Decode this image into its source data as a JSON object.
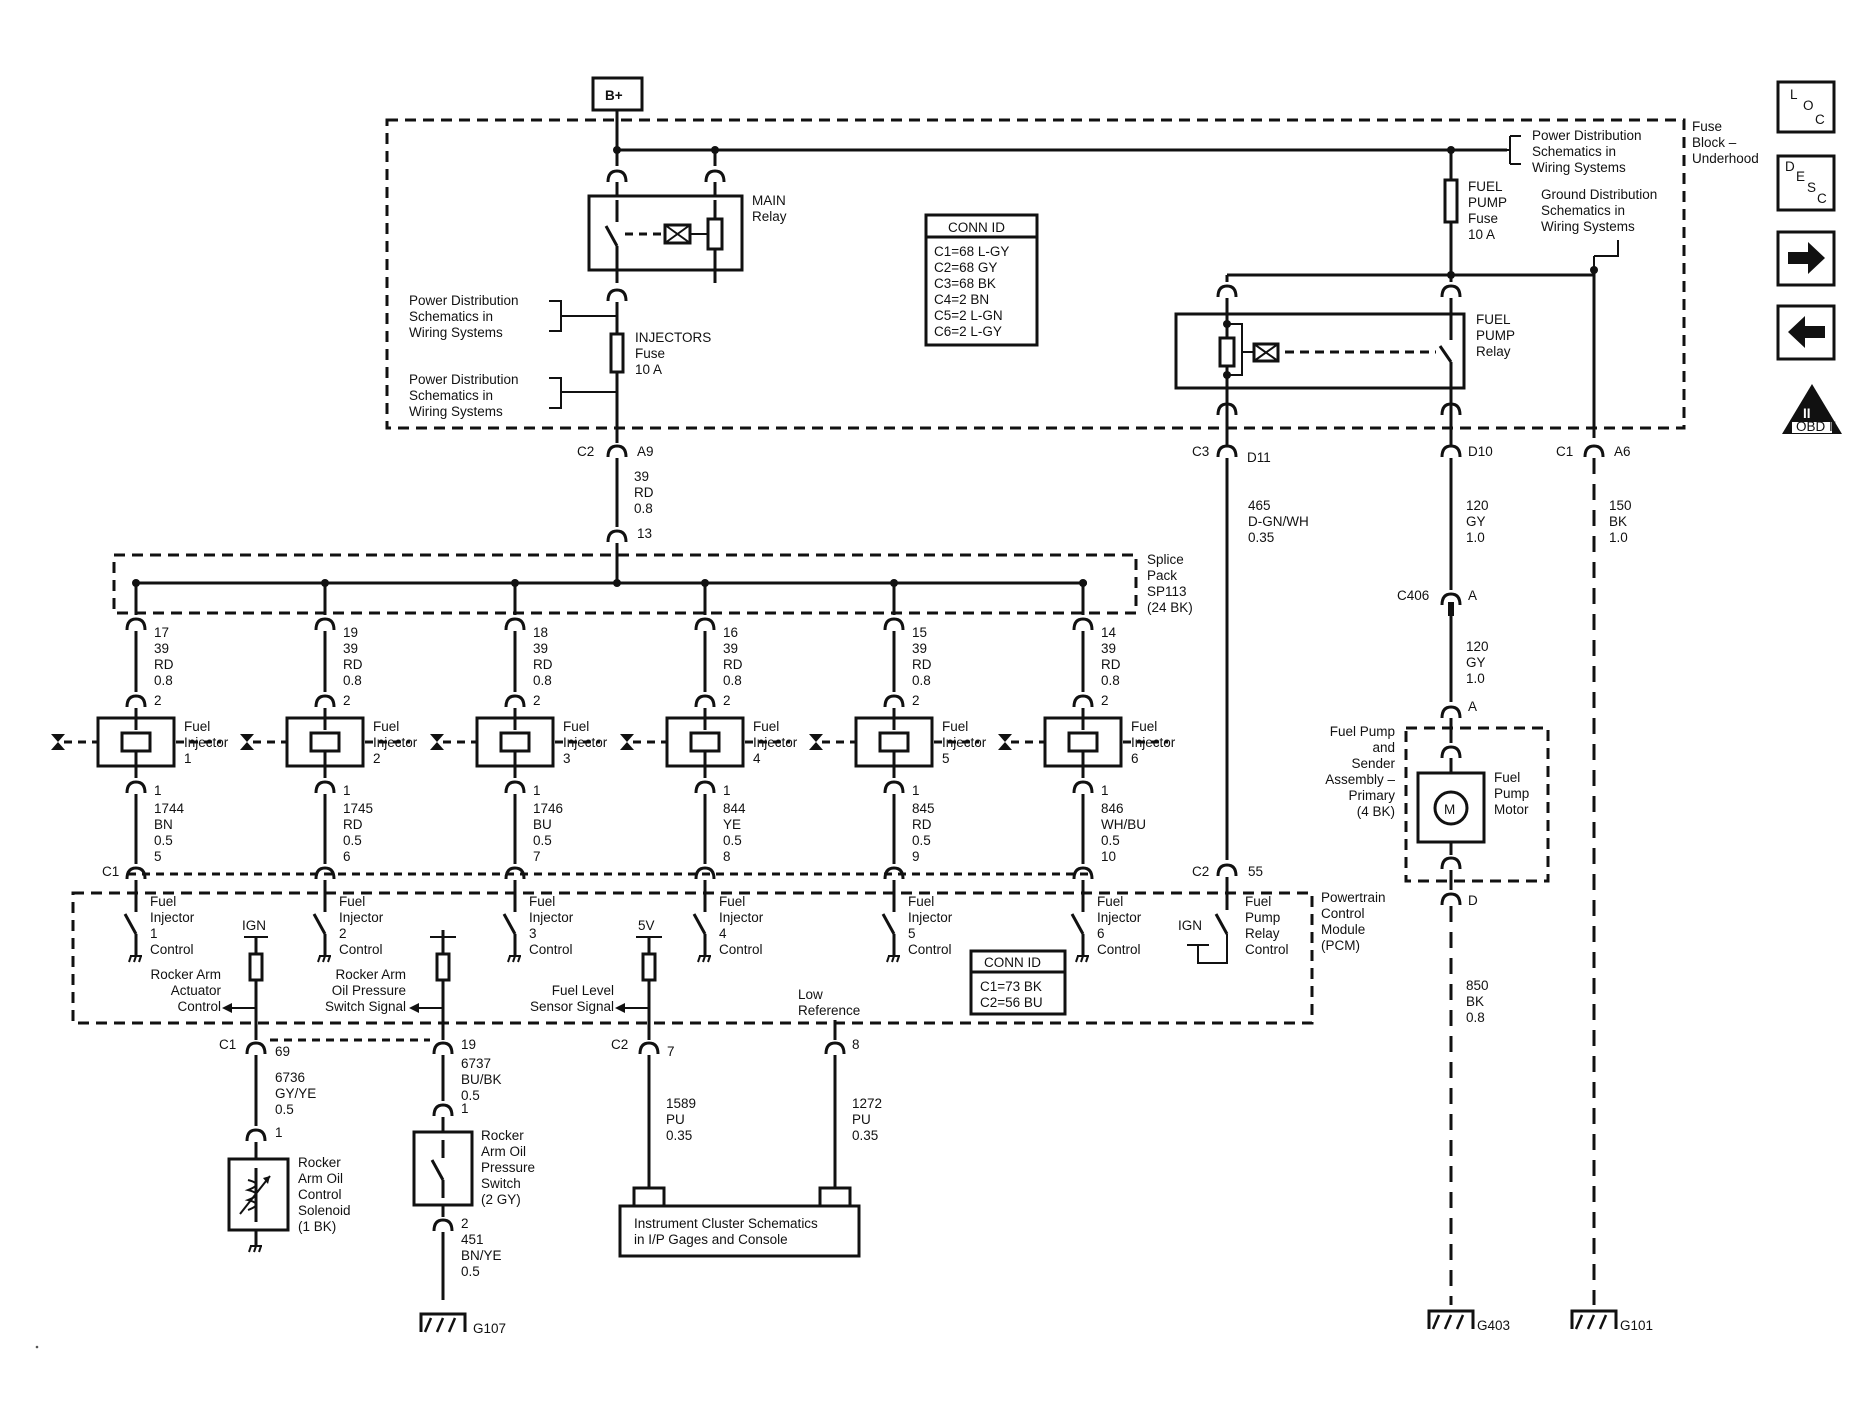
{
  "battery": "B+",
  "fuse_block": [
    "Fuse",
    "Block –",
    "Underhood"
  ],
  "power_dist_top": [
    "Power Distribution",
    "Schematics in",
    "Wiring Systems"
  ],
  "power_dist_left1": [
    "Power Distribution",
    "Schematics in",
    "Wiring Systems"
  ],
  "power_dist_left2": [
    "Power Distribution",
    "Schematics in",
    "Wiring Systems"
  ],
  "ground_dist": [
    "Ground Distribution",
    "Schematics in",
    "Wiring Systems"
  ],
  "main_relay": [
    "MAIN",
    "Relay"
  ],
  "injectors_fuse": [
    "INJECTORS",
    "Fuse",
    "10 A"
  ],
  "fuel_pump_fuse": [
    "FUEL",
    "PUMP",
    "Fuse",
    "10 A"
  ],
  "fuel_pump_relay": [
    "FUEL",
    "PUMP",
    "Relay"
  ],
  "conn_id_top": {
    "title": "CONN ID",
    "rows": [
      "C1=68 L-GY",
      "C2=68 GY",
      "C3=68 BK",
      "C4=2 BN",
      "C5=2 L-GN",
      "C6=2 L-GY"
    ]
  },
  "conn_id_pcm": {
    "title": "CONN ID",
    "rows": [
      "C1=73 BK",
      "C2=56 BU"
    ]
  },
  "injector_feed": {
    "conn": "C2",
    "pin": "A9",
    "wire": [
      "39",
      "RD",
      "0.8"
    ],
    "splice_pin": "13"
  },
  "splice_pack": [
    "Splice",
    "Pack",
    "SP113",
    "(24 BK)"
  ],
  "injectors": [
    {
      "splice_pin": "17",
      "feed": [
        "39",
        "RD",
        "0.8"
      ],
      "pin_top": "2",
      "label": [
        "Fuel",
        "Injector",
        "1"
      ],
      "pin_bot": "1",
      "ctrl": [
        "1744",
        "BN",
        "0.5"
      ],
      "pcm_pin": "5",
      "pcm": [
        "Fuel",
        "Injector",
        "1",
        "Control"
      ]
    },
    {
      "splice_pin": "19",
      "feed": [
        "39",
        "RD",
        "0.8"
      ],
      "pin_top": "2",
      "label": [
        "Fuel",
        "Injector",
        "2"
      ],
      "pin_bot": "1",
      "ctrl": [
        "1745",
        "RD",
        "0.5"
      ],
      "pcm_pin": "6",
      "pcm": [
        "Fuel",
        "Injector",
        "2",
        "Control"
      ]
    },
    {
      "splice_pin": "18",
      "feed": [
        "39",
        "RD",
        "0.8"
      ],
      "pin_top": "2",
      "label": [
        "Fuel",
        "Injector",
        "3"
      ],
      "pin_bot": "1",
      "ctrl": [
        "1746",
        "BU",
        "0.5"
      ],
      "pcm_pin": "7",
      "pcm": [
        "Fuel",
        "Injector",
        "3",
        "Control"
      ]
    },
    {
      "splice_pin": "16",
      "feed": [
        "39",
        "RD",
        "0.8"
      ],
      "pin_top": "2",
      "label": [
        "Fuel",
        "Injector",
        "4"
      ],
      "pin_bot": "1",
      "ctrl": [
        "844",
        "YE",
        "0.5"
      ],
      "pcm_pin": "8",
      "pcm": [
        "Fuel",
        "Injector",
        "4",
        "Control"
      ]
    },
    {
      "splice_pin": "15",
      "feed": [
        "39",
        "RD",
        "0.8"
      ],
      "pin_top": "2",
      "label": [
        "Fuel",
        "Injector",
        "5"
      ],
      "pin_bot": "1",
      "ctrl": [
        "845",
        "RD",
        "0.5"
      ],
      "pcm_pin": "9",
      "pcm": [
        "Fuel",
        "Injector",
        "5",
        "Control"
      ]
    },
    {
      "splice_pin": "14",
      "feed": [
        "39",
        "RD",
        "0.8"
      ],
      "pin_top": "2",
      "label": [
        "Fuel",
        "Injector",
        "6"
      ],
      "pin_bot": "1",
      "ctrl": [
        "846",
        "WH/BU",
        "0.5"
      ],
      "pcm_pin": "10",
      "pcm": [
        "Fuel",
        "Injector",
        "6",
        "Control"
      ]
    }
  ],
  "pcm_conn_c1": "C1",
  "pcm_title": [
    "Powertrain",
    "Control",
    "Module",
    "(PCM)"
  ],
  "ign": "IGN",
  "five_v": "5V",
  "rocker_actuator": [
    "Rocker Arm",
    "Actuator",
    "Control"
  ],
  "rocker_pressure_signal": [
    "Rocker Arm",
    "Oil Pressure",
    "Switch Signal"
  ],
  "fuel_level_signal": [
    "Fuel Level",
    "Sensor Signal"
  ],
  "low_reference": [
    "Low",
    "Reference"
  ],
  "pump_relay_control": [
    "Fuel",
    "Pump",
    "Relay",
    "Control"
  ],
  "relay_ctrl_wire": {
    "conn": "C3",
    "pin": "D11",
    "wire": [
      "465",
      "D-GN/WH",
      "0.35"
    ],
    "pcm_conn": "C2",
    "pcm_pin": "55"
  },
  "pump_feed_wire": {
    "pin": "D10",
    "wire": [
      "120",
      "GY",
      "1.0"
    ],
    "inline_conn": "C406",
    "inline_pin": "A",
    "wire2": [
      "120",
      "GY",
      "1.0"
    ],
    "pin2": "A"
  },
  "ground_wire": {
    "conn": "C1",
    "pin": "A6",
    "wire": [
      "150",
      "BK",
      "1.0"
    ],
    "ground": "G101"
  },
  "pump_assembly": [
    "Fuel Pump",
    "and",
    "Sender",
    "Assembly –",
    "Primary",
    "(4 BK)"
  ],
  "pump_motor": [
    "Fuel",
    "Pump",
    "Motor"
  ],
  "motor_symbol": "M",
  "pump_ground": {
    "pin": "D",
    "wire": [
      "850",
      "BK",
      "0.8"
    ],
    "ground": "G403"
  },
  "bottom_left": {
    "conn": "C1",
    "sol_pin": "69",
    "sol_wire": [
      "6736",
      "GY/YE",
      "0.5"
    ],
    "sol_pin_bottom": "1",
    "solenoid": [
      "Rocker",
      "Arm Oil",
      "Control",
      "Solenoid",
      "(1 BK)"
    ],
    "sw_pin": "19",
    "sw_wire": [
      "6737",
      "BU/BK",
      "0.5"
    ],
    "sw_pin_bottom": "1",
    "switch": [
      "Rocker",
      "Arm Oil",
      "Pressure",
      "Switch",
      "(2 GY)"
    ],
    "sw_pin2": "2",
    "sw_ground_wire": [
      "451",
      "BN/YE",
      "0.5"
    ],
    "ground": "G107"
  },
  "bottom_mid": {
    "conn": "C2",
    "pin_a": "7",
    "wire_a": [
      "1589",
      "PU",
      "0.35"
    ],
    "pin_b": "8",
    "wire_b": [
      "1272",
      "PU",
      "0.35"
    ],
    "cluster": [
      "Instrument Cluster Schematics",
      "in I/P Gages and Console"
    ]
  },
  "nav": {
    "loc": "LOC",
    "desc": "DESC",
    "obd": "OBD II",
    "obd_numeral": "II"
  }
}
